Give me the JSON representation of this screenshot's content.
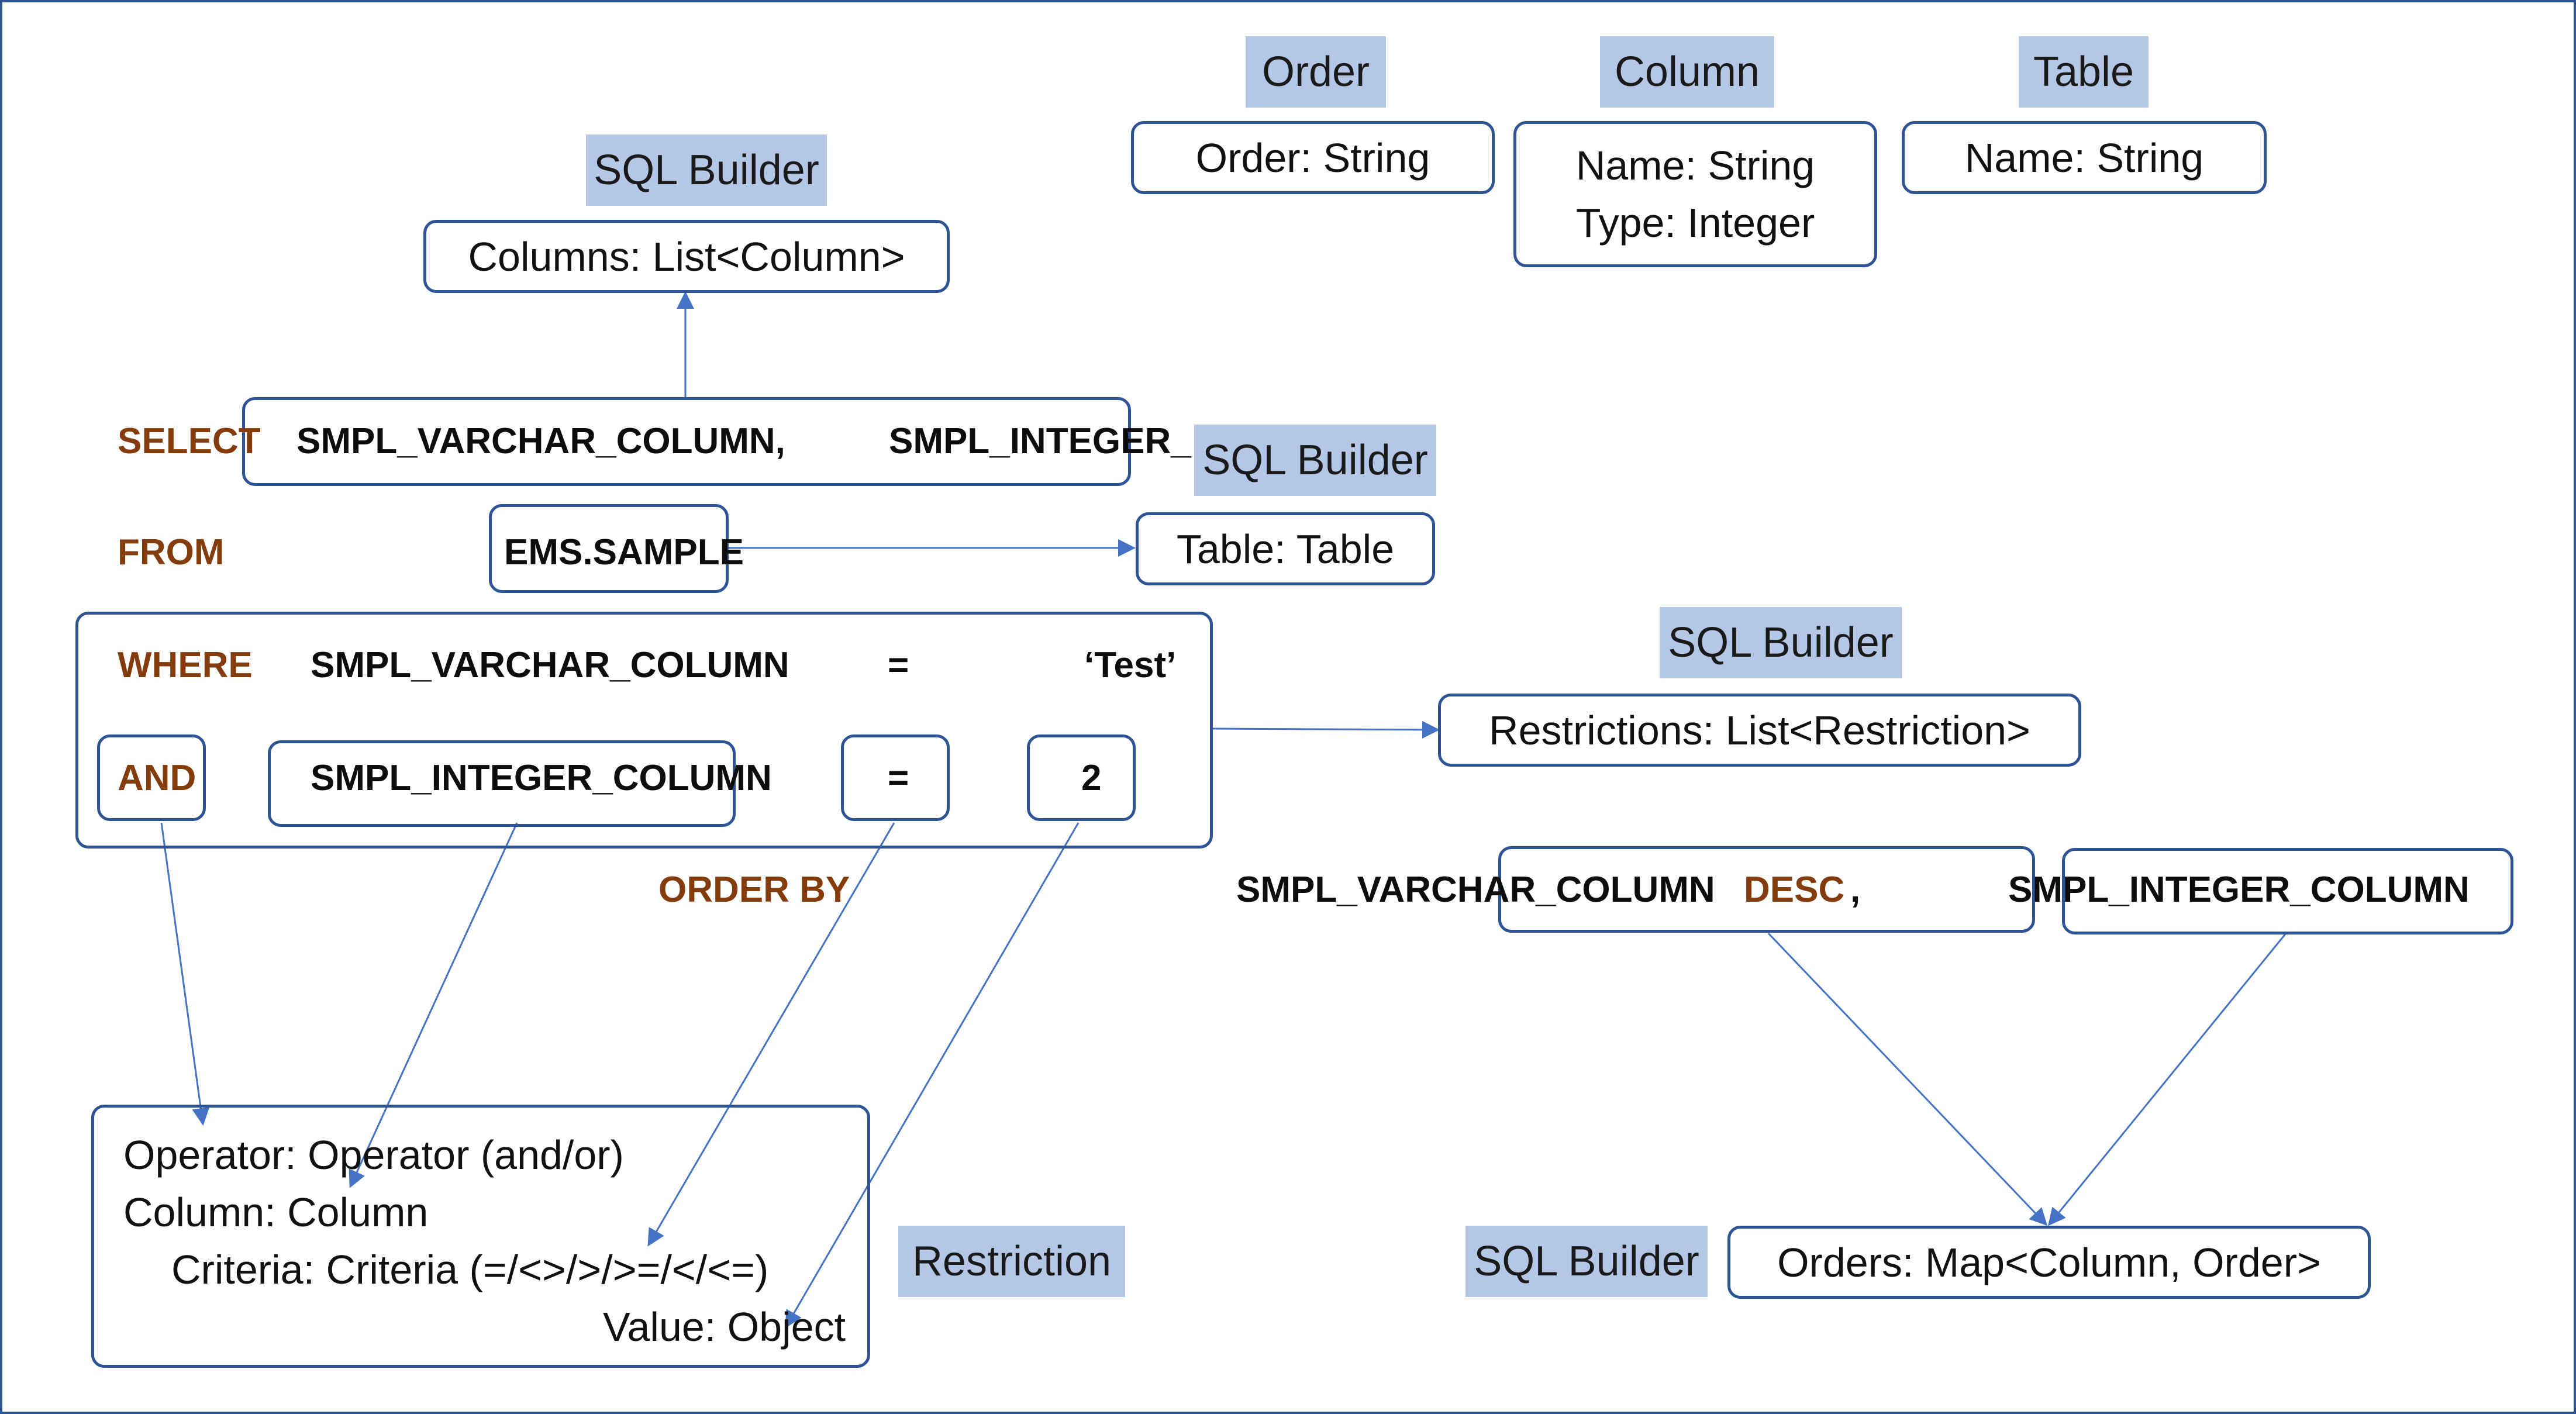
{
  "colors": {
    "border": "#2f5496",
    "label_fill": "#b4c7e7",
    "keyword": "#843c0c",
    "arrow": "#4472c4",
    "sql_text": "#0d0d0d"
  },
  "labels": {
    "order": "Order",
    "column": "Column",
    "table": "Table",
    "sql_builder_select": "SQL Builder",
    "sql_builder_from": "SQL Builder",
    "sql_builder_where": "SQL Builder",
    "sql_builder_orders": "SQL Builder",
    "restriction": "Restriction"
  },
  "boxes": {
    "order": [
      "Order: String"
    ],
    "column": [
      "Name: String",
      "Type: Integer"
    ],
    "table": [
      "Name: String"
    ],
    "columns": [
      "Columns: List<Column>"
    ],
    "table_field": [
      "Table: Table"
    ],
    "restrictions": [
      "Restrictions: List<Restriction>"
    ],
    "orders": [
      "Orders: Map<Column, Order>"
    ],
    "restriction": [
      "Operator: Operator (and/or)",
      "Column: Column",
      "Criteria: Criteria (=/<>/>/>=/</<=)",
      "Value: Object"
    ]
  },
  "sql": {
    "select_kw": "SELECT",
    "select_col1": "SMPL_VARCHAR_COLUMN,",
    "select_col2": "SMPL_INTEGER_",
    "from_kw": "FROM",
    "from_table": "EMS.SAMPLE",
    "where_kw": "WHERE",
    "where_col": "SMPL_VARCHAR_COLUMN",
    "where_op": "=",
    "where_val": "‘Test’",
    "and_kw": "AND",
    "and_col": "SMPL_INTEGER_COLUMN",
    "and_op": "=",
    "and_val": "2",
    "order_by_kw": "ORDER BY",
    "order_col1": "SMPL_VARCHAR_COLUMN",
    "order_desc": "DESC",
    "order_comma": ",",
    "order_col2": "SMPL_INTEGER_COLUMN"
  }
}
